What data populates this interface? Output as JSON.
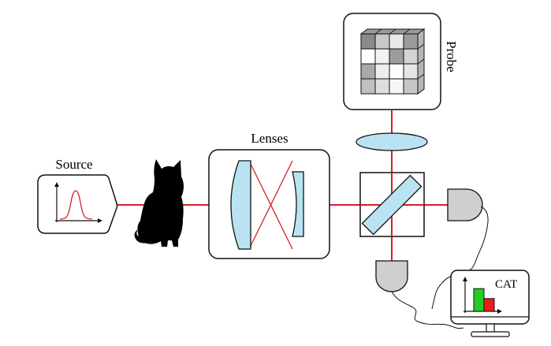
{
  "labels": {
    "source": "Source",
    "lenses": "Lenses",
    "probe": "Probe",
    "monitor": "CAT"
  },
  "colors": {
    "beam": "#d61f2b",
    "lens_fill": "#b9e3f2",
    "outline": "#111111",
    "detector_fill": "#cfcfcf",
    "bar_green": "#22cc22",
    "bar_red": "#ee1c1c",
    "cat": "#000000"
  },
  "probe_grid": {
    "shades": [
      [
        "#8a8a8a",
        "#c8c8c8",
        "#e8e8e8",
        "#9a9a9a"
      ],
      [
        "#ffffff",
        "#f2f2f2",
        "#9c9c9c",
        "#d4d4d4"
      ],
      [
        "#a9a9a9",
        "#eeeeee",
        "#ffffff",
        "#e6e6e6"
      ],
      [
        "#c0c0c0",
        "#dedede",
        "#f6f6f6",
        "#c6c6c6"
      ]
    ]
  },
  "monitor_chart": {
    "bars": [
      {
        "color": "green",
        "value": 0.8
      },
      {
        "color": "red",
        "value": 0.45
      }
    ]
  },
  "icons": [
    "gaussian-plot-icon",
    "black-cat-icon",
    "convex-lens-icon",
    "concave-lens-icon",
    "beam-splitter-icon",
    "detector-icon",
    "monitor-icon",
    "cube-grid-icon"
  ]
}
